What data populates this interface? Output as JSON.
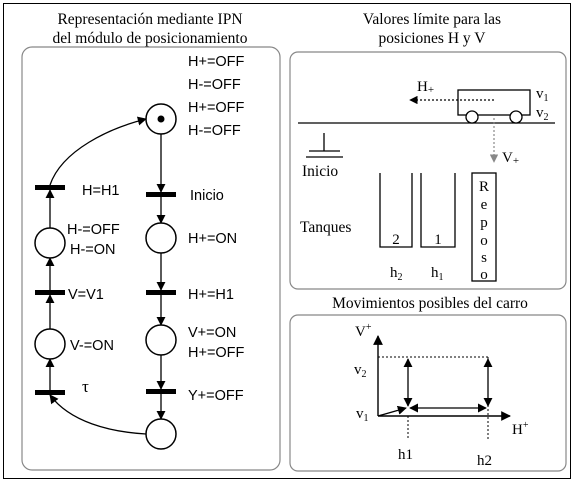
{
  "left_panel": {
    "title_line1": "Representación mediante IPN",
    "title_line2": "del módulo de posicionamiento",
    "outputs": [
      "H+=OFF",
      "H-=OFF",
      "H+=OFF",
      "H-=OFF"
    ],
    "transition_inicio": "Inicio",
    "transition_h_eq_h1": "H=H1",
    "place_h_plus_on": "H+=ON",
    "place_h_minus": [
      "H-=OFF",
      "H-=ON"
    ],
    "transition_h_plus_eq_h1": "H+=H1",
    "transition_v_eq_v1": "V=V1",
    "place_v_plus": [
      "V+=ON",
      "H+=OFF"
    ],
    "place_v_minus_on": "V-=ON",
    "transition_y_plus_off": "Y+=OFF",
    "tau": "τ"
  },
  "top_right_panel": {
    "title_line1": "Valores límite para las",
    "title_line2": "posiciones H y V",
    "h_plus": "H",
    "h_plus_sign": "+",
    "v_plus": "V",
    "v_plus_sign": "+",
    "v1": "v",
    "v1_sub": "1",
    "v2": "v",
    "v2_sub": "2",
    "inicio": "Inicio",
    "tanques": "Tanques",
    "tank_2": "2",
    "tank_1": "1",
    "reposo_letters": [
      "R",
      "e",
      "p",
      "o",
      "s",
      "o"
    ],
    "h2": "h",
    "h2_sub": "2",
    "h1": "h",
    "h1_sub": "1"
  },
  "bottom_right_panel": {
    "title": "Movimientos posibles del carro",
    "v_axis": "V",
    "v_axis_sup": "+",
    "h_axis": "H",
    "h_axis_sup": "+",
    "v2": "v",
    "v2_sub": "2",
    "v1": "v",
    "v1_sub": "1",
    "h1": "h1",
    "h2": "h2"
  }
}
